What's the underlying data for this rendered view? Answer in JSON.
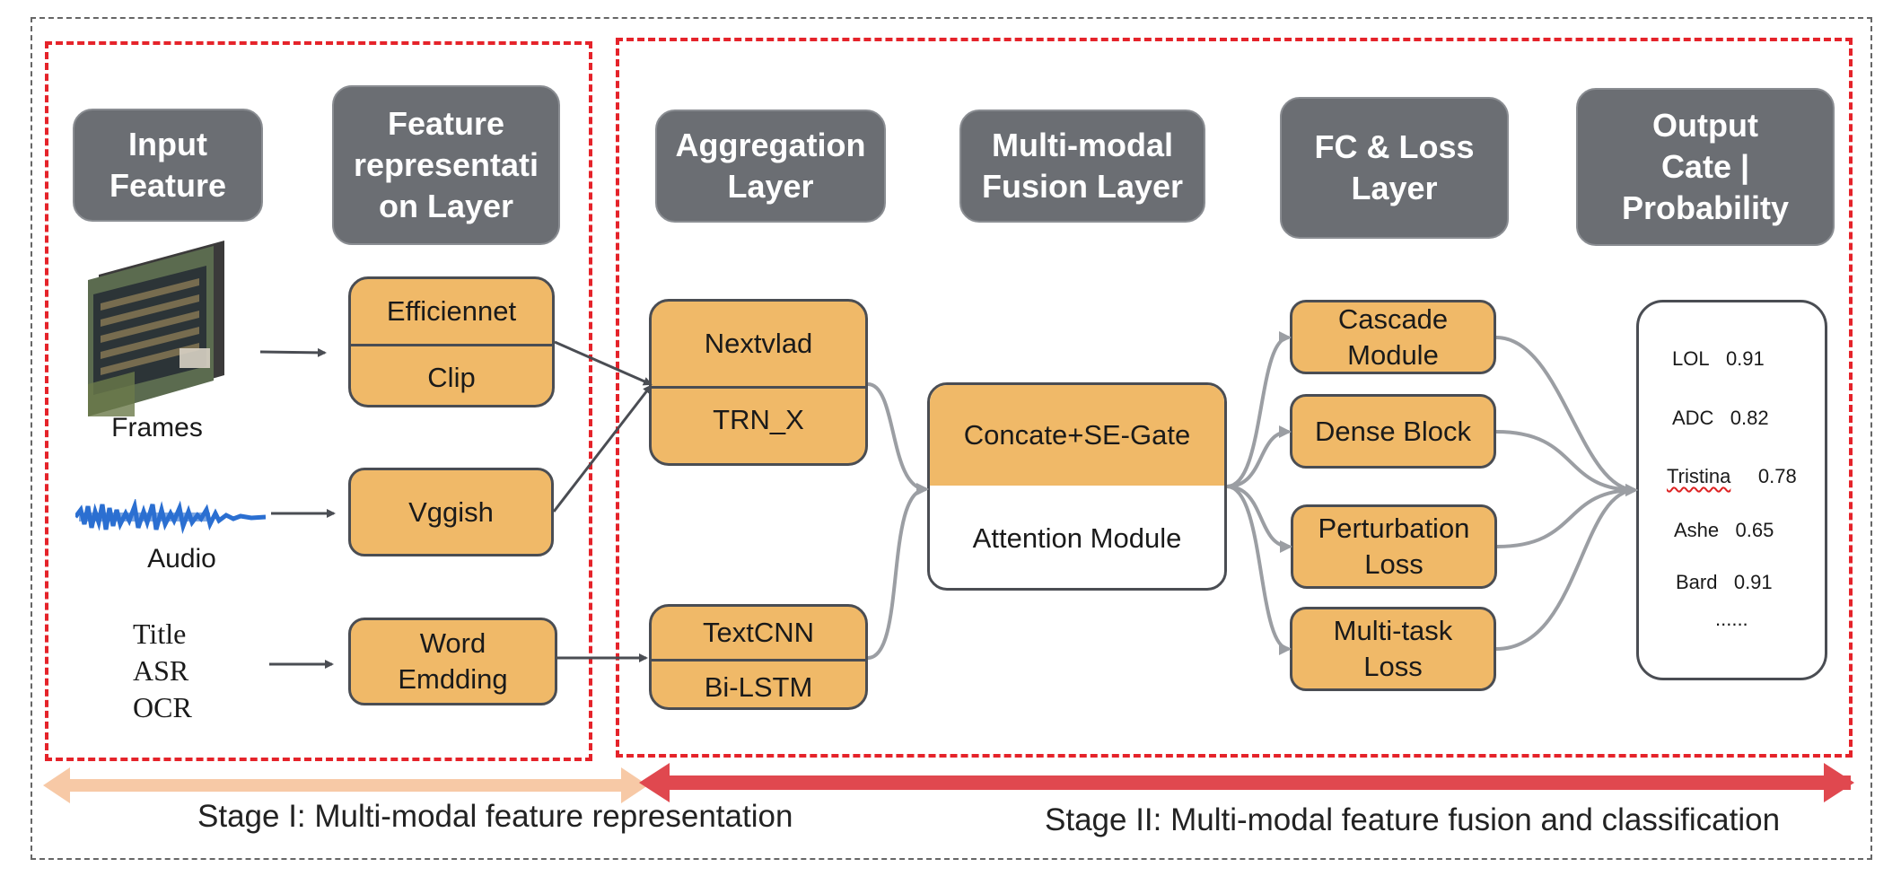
{
  "headers": {
    "input": "Input\nFeature",
    "feature_rep": "Feature\nrepresentati\non Layer",
    "aggregation": "Aggregation\nLayer",
    "fusion": "Multi-modal\nFusion Layer",
    "fc_loss": "FC & Loss\nLayer",
    "output": "Output\nCate |\nProbability"
  },
  "inputs": {
    "frames": "Frames",
    "audio": "Audio",
    "text_lines": [
      "Title",
      "ASR",
      "OCR"
    ]
  },
  "feature_models": {
    "visual_top": "Efficiennet",
    "visual_bottom": "Clip",
    "audio": "Vggish",
    "text": "Word\nEmdding"
  },
  "aggregation": {
    "top_a": "Nextvlad",
    "top_b": "TRN_X",
    "bottom_a": "TextCNN",
    "bottom_b": "Bi-LSTM"
  },
  "fusion": {
    "top": "Concate+SE-Gate",
    "bottom": "Attention Module"
  },
  "losses": [
    "Cascade\nModule",
    "Dense Block",
    "Perturbation\nLoss",
    "Multi-task\nLoss"
  ],
  "outputs": [
    {
      "label": "LOL",
      "prob": "0.91"
    },
    {
      "label": "ADC",
      "prob": "0.82"
    },
    {
      "label": "Tristina",
      "prob": "0.78"
    },
    {
      "label": "Ashe",
      "prob": "0.65"
    },
    {
      "label": "Bard",
      "prob": "0.91"
    }
  ],
  "outputs_more": "......",
  "stages": {
    "stage1": "Stage I: Multi-modal feature representation",
    "stage2": "Stage II: Multi-modal feature fusion and classification"
  },
  "colors": {
    "header_bg": "#6b6e73",
    "box_fill": "#f0b968",
    "stage_border": "#e5232a",
    "stage1_arrow": "#f7c9a6",
    "stage2_arrow": "#e0484f",
    "audio_wave": "#2b6fd1"
  }
}
